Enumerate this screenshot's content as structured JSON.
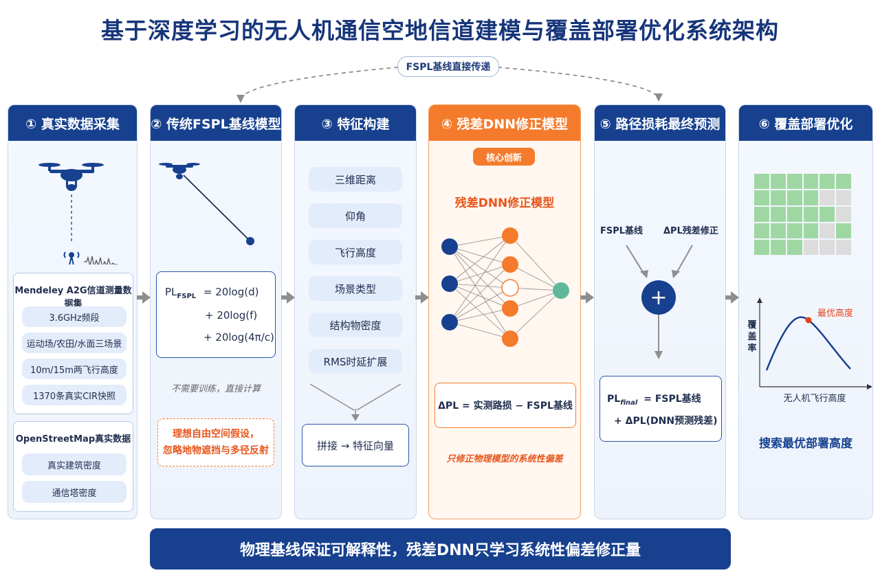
{
  "title": "基于深度学习的无人机通信空地信道建模与覆盖部署优化系统架构",
  "fspl_direct": "FSPL基线直接传递",
  "col1": {
    "header": "① 真实数据采集",
    "dataset1_title": "Mendeley A2G信道测量数据集",
    "dataset1_items": [
      "3.6GHz频段",
      "运动场/农田/水面三场景",
      "10m/15m两飞行高度",
      "1370条真实CIR快照"
    ],
    "dataset2_title": "OpenStreetMap真实数据",
    "dataset2_items": [
      "真实建筑密度",
      "通信塔密度"
    ]
  },
  "col2": {
    "header": "② 传统FSPL基线模型",
    "formula": {
      "lhs": "PL",
      "lhs_sub": "FSPL",
      "line1": "= 20log(d)",
      "line2": "+ 20log(f)",
      "line3": "+ 20log(4π/c)"
    },
    "note": "不需要训练，直接计算",
    "assumption_line1": "理想自由空间假设，",
    "assumption_line2": "忽略地物遮挡与多径反射"
  },
  "col3": {
    "header": "③ 特征构建",
    "features": [
      "三维距离",
      "仰角",
      "飞行高度",
      "场景类型",
      "结构物密度",
      "RMS时延扩展"
    ],
    "concat": "拼接 → 特征向量"
  },
  "col4": {
    "header": "④ 残差DNN修正模型",
    "badge": "核心创新",
    "subtitle": "残差DNN修正模型",
    "formula": "ΔPL = 实测路损 − FSPL基线",
    "note": "只修正物理模型的系统性偏差"
  },
  "col5": {
    "header": "⑤ 路径损耗最终预测",
    "input_left": "FSPL基线",
    "input_right": "ΔPL残差修正",
    "plus": "+",
    "final_lhs": "PL",
    "final_sub": "final",
    "final_line1": "= FSPL基线",
    "final_line2": "+ ΔPL(DNN预测残差)"
  },
  "col6": {
    "header": "⑥ 覆盖部署优化",
    "optimal_label": "最优高度",
    "y_label_chars": [
      "覆",
      "盖",
      "率"
    ],
    "x_label": "无人机飞行高度",
    "bottom_text": "搜索最优部署高度",
    "grid_pattern": [
      [
        1,
        1,
        1,
        1,
        1,
        1
      ],
      [
        1,
        1,
        1,
        1,
        0,
        0
      ],
      [
        1,
        1,
        1,
        1,
        1,
        0
      ],
      [
        1,
        1,
        1,
        1,
        0,
        1
      ],
      [
        1,
        1,
        1,
        0,
        0,
        0
      ]
    ],
    "grid_colors": {
      "on": "#9fd7a3",
      "off": "#dcdcdc"
    }
  },
  "bottom_bar": "物理基线保证可解释性，残差DNN只学习系统性偏差修正量",
  "colors": {
    "navy": "#17418f",
    "orange": "#f47b2b",
    "teal": "#5fb89c",
    "gray_arrow": "#8e8e8e"
  }
}
